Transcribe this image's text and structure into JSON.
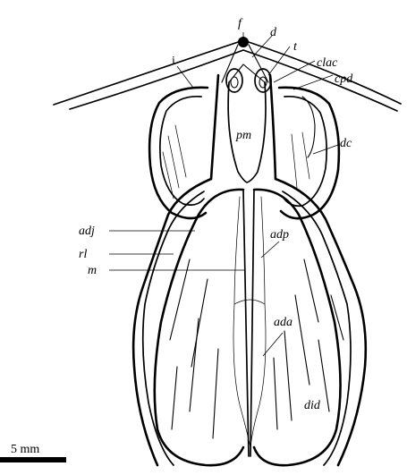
{
  "labels": {
    "f": "f",
    "d": "d",
    "t": "t",
    "i": "i",
    "clac": "clac",
    "cpd": "cpd",
    "pm": "pm",
    "dc": "dc",
    "adj": "adj",
    "rl": "rl",
    "m": "m",
    "adp": "adp",
    "ada": "ada",
    "did": "did"
  },
  "scale_bar": {
    "label": "5 mm"
  }
}
